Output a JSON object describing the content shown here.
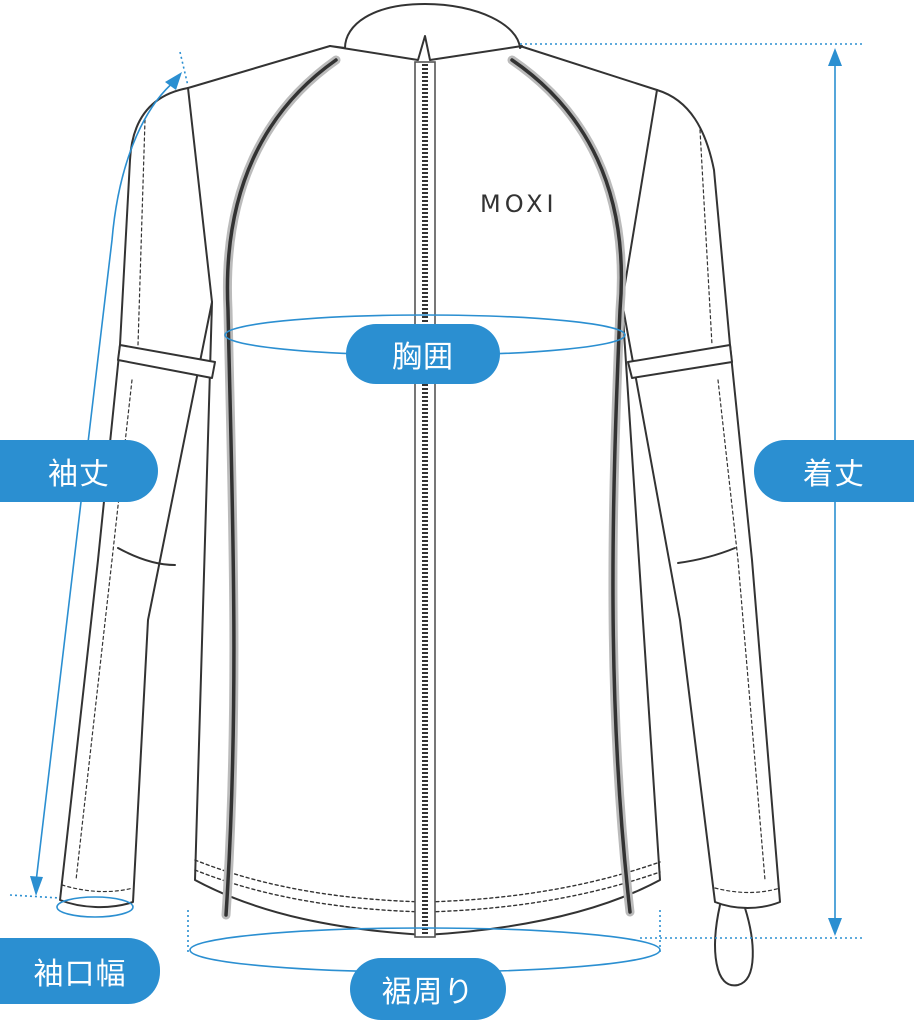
{
  "brand": "MOXI",
  "labels": {
    "sleeve_length": "袖丈",
    "cuff_width": "袖口幅",
    "chest": "胸囲",
    "body_length": "着丈",
    "hem": "裾周り"
  },
  "colors": {
    "accent": "#2b8fd1",
    "outline": "#333333",
    "piping": "#bbbbbb"
  }
}
